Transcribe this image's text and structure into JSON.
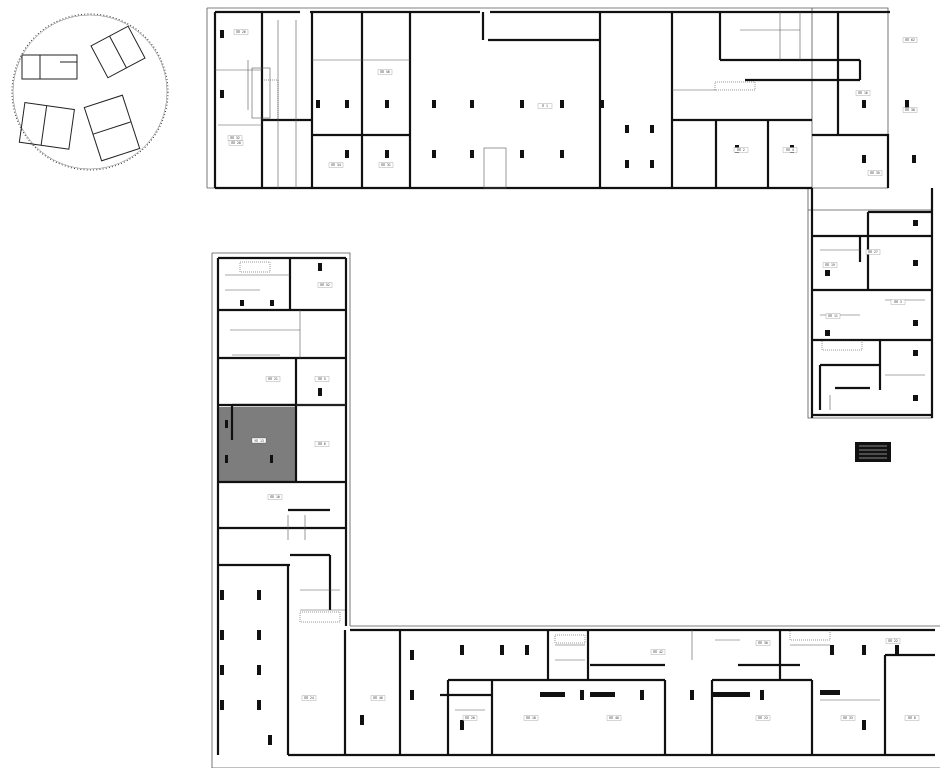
{
  "plan": {
    "highlight_color": "#7d7d7d",
    "wall_color": "#111111",
    "thin_line_color": "#555555",
    "selected_unit_label": "УП 13",
    "units": [
      {
        "id": "u1",
        "label": "ПП 26"
      },
      {
        "id": "u2",
        "label": "ПП 28"
      },
      {
        "id": "u3",
        "label": "ПП 34"
      },
      {
        "id": "u4",
        "label": "ПП 56"
      },
      {
        "id": "u5",
        "label": "ПП 31"
      },
      {
        "id": "u6",
        "label": "П 1"
      },
      {
        "id": "u7",
        "label": "ПП 2"
      },
      {
        "id": "u8",
        "label": "ПП 4"
      },
      {
        "id": "u9",
        "label": "ПП 16"
      },
      {
        "id": "u10",
        "label": "ПП 62"
      },
      {
        "id": "u11",
        "label": "ПП 38"
      },
      {
        "id": "u12",
        "label": "ПП 35"
      },
      {
        "id": "u13",
        "label": "ПП 19"
      },
      {
        "id": "u14",
        "label": "ПП 27"
      },
      {
        "id": "u15",
        "label": "ПП 11"
      },
      {
        "id": "u16",
        "label": "ПП 3"
      },
      {
        "id": "u17",
        "label": "ПП 52"
      },
      {
        "id": "u18",
        "label": "ПП 21"
      },
      {
        "id": "u19",
        "label": "ПП 5"
      },
      {
        "id": "u20",
        "label": "ПП 6"
      },
      {
        "id": "u21",
        "label": "ПП 10"
      },
      {
        "id": "u22",
        "label": "ПП 42"
      },
      {
        "id": "u23",
        "label": "ПП 30"
      },
      {
        "id": "u24",
        "label": "ПП 22"
      },
      {
        "id": "u25",
        "label": "ПП 24"
      },
      {
        "id": "u26",
        "label": "ПП 46"
      },
      {
        "id": "u27",
        "label": "ПП 20"
      },
      {
        "id": "u28",
        "label": "ПП 18"
      },
      {
        "id": "u29",
        "label": "ПП 40"
      },
      {
        "id": "u30",
        "label": "ПП 23"
      },
      {
        "id": "u31",
        "label": "ПП 33"
      },
      {
        "id": "u32",
        "label": "ПП 8"
      },
      {
        "id": "u33",
        "label": "ПП 32"
      }
    ]
  }
}
